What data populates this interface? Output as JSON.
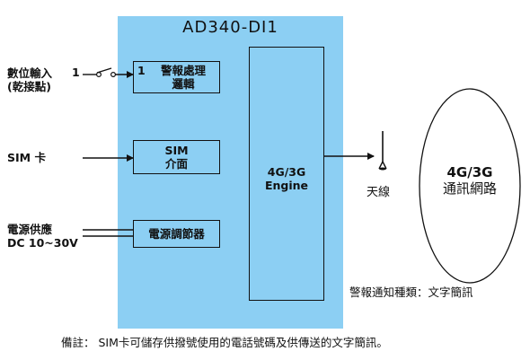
{
  "device": {
    "title": "AD340-DI1"
  },
  "inputs": {
    "digital_input": {
      "label_line1": "數位輸入",
      "label_line2": "(乾接點)",
      "pin": "1"
    },
    "sim": {
      "label": "SIM 卡"
    },
    "power": {
      "label_line1": "電源供應",
      "label_line2": "DC 10~30V"
    }
  },
  "blocks": {
    "alarm_logic": {
      "number": "1",
      "line1": "警報處理",
      "line2": "邏輯"
    },
    "sim_interface": {
      "line1": "SIM",
      "line2": "介面"
    },
    "power_regulator": {
      "label": "電源調節器"
    },
    "engine": {
      "line1": "4G/3G",
      "line2": "Engine"
    }
  },
  "antenna": {
    "label": "天線"
  },
  "network": {
    "line1": "4G/3G",
    "line2": "通訊網路"
  },
  "alarm_types": {
    "label": "警報通知種類：文字簡訊"
  },
  "footnote": {
    "text": "備註： SIM卡可儲存供撥號使用的電話號碼及供傳送的文字簡訊。"
  },
  "colors": {
    "device_fill": "#8ccff3",
    "line": "#111111"
  }
}
